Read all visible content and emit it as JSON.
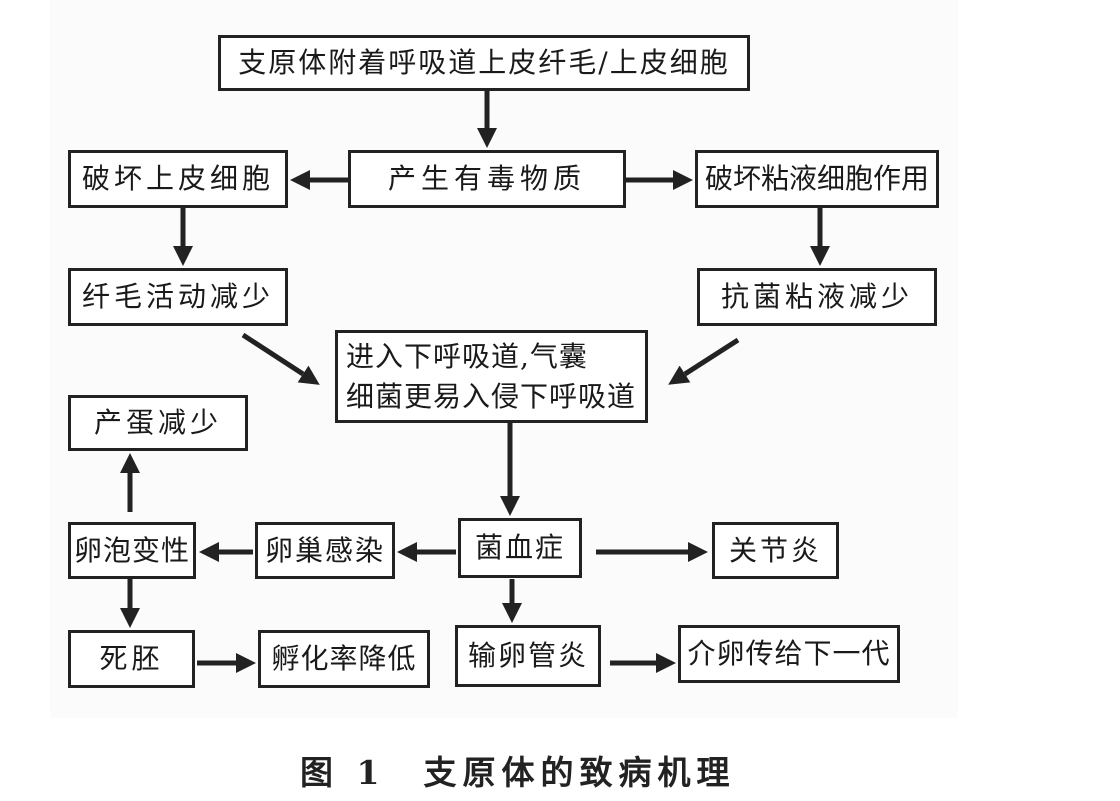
{
  "diagram": {
    "nodes": {
      "attach": "支原体附着呼吸道上皮纤毛/上皮细胞",
      "toxin": "产生有毒物质",
      "destroy_epithelium": "破坏上皮细胞",
      "destroy_mucus": "破坏粘液细胞作用",
      "cilia_reduced": "纤毛活动减少",
      "mucus_reduced": "抗菌粘液减少",
      "lower_tract_line1": "进入下呼吸道,气囊",
      "lower_tract_line2": "细菌更易入侵下呼吸道",
      "egg_reduced": "产蛋减少",
      "follicle": "卵泡变性",
      "ovary": "卵巢感染",
      "bacteremia": "菌血症",
      "arthritis": "关节炎",
      "dead_embryo": "死胚",
      "hatch": "孵化率降低",
      "salpingitis": "输卵管炎",
      "vertical": "介卵传给下一代"
    },
    "edges": [
      {
        "from": "attach",
        "to": "toxin"
      },
      {
        "from": "toxin",
        "to": "destroy_epithelium"
      },
      {
        "from": "toxin",
        "to": "destroy_mucus"
      },
      {
        "from": "destroy_epithelium",
        "to": "cilia_reduced"
      },
      {
        "from": "destroy_mucus",
        "to": "mucus_reduced"
      },
      {
        "from": "cilia_reduced",
        "to": "lower_tract"
      },
      {
        "from": "mucus_reduced",
        "to": "lower_tract"
      },
      {
        "from": "lower_tract",
        "to": "bacteremia"
      },
      {
        "from": "bacteremia",
        "to": "ovary"
      },
      {
        "from": "ovary",
        "to": "follicle"
      },
      {
        "from": "bacteremia",
        "to": "arthritis"
      },
      {
        "from": "follicle",
        "to": "egg_reduced"
      },
      {
        "from": "follicle",
        "to": "dead_embryo"
      },
      {
        "from": "dead_embryo",
        "to": "hatch"
      },
      {
        "from": "bacteremia",
        "to": "salpingitis"
      },
      {
        "from": "salpingitis",
        "to": "vertical"
      }
    ]
  },
  "caption": {
    "figure_label": "图 1",
    "title": "支原体的致病机理"
  }
}
